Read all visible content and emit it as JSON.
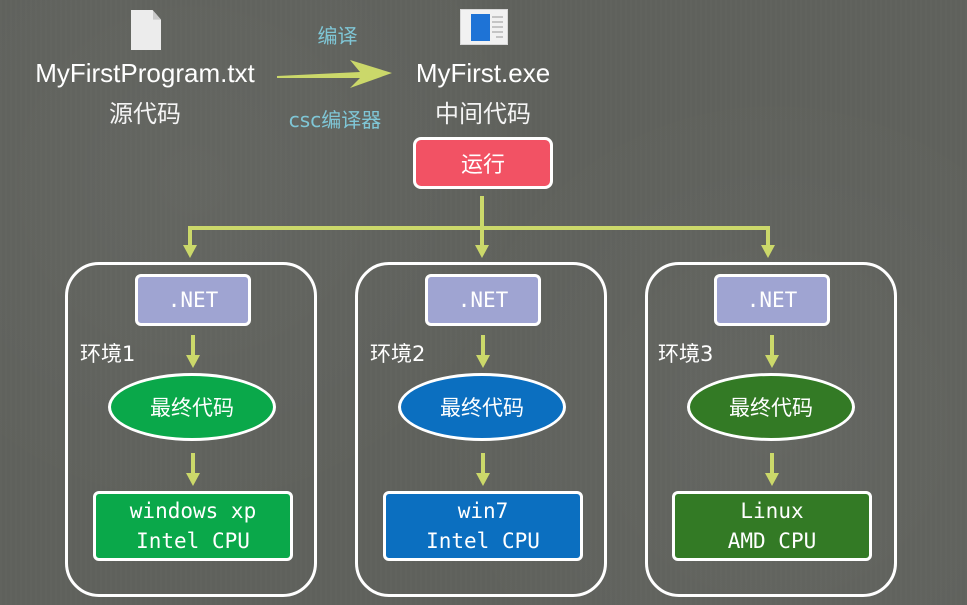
{
  "source": {
    "icon": "text-document-icon",
    "filename": "MyFirstProgram.txt",
    "description": "源代码"
  },
  "compile_arrow": {
    "top_label": "编译",
    "bottom_label": "csc编译器",
    "color": "#cbd86a"
  },
  "output": {
    "icon": "executable-window-icon",
    "filename": "MyFirst.exe",
    "description": "中间代码"
  },
  "run_button": {
    "label": "运行",
    "color": "#f25264"
  },
  "environments": [
    {
      "label": "环境1",
      "runtime": ".NET",
      "final_code": "最终代码",
      "os": "windows xp",
      "cpu": "Intel CPU",
      "color": "#0aa84a"
    },
    {
      "label": "环境2",
      "runtime": ".NET",
      "final_code": "最终代码",
      "os": "win7",
      "cpu": "Intel CPU",
      "color": "#0b6fc0"
    },
    {
      "label": "环境3",
      "runtime": ".NET",
      "final_code": "最终代码",
      "os": "Linux",
      "cpu": "AMD CPU",
      "color": "#337a25"
    }
  ]
}
